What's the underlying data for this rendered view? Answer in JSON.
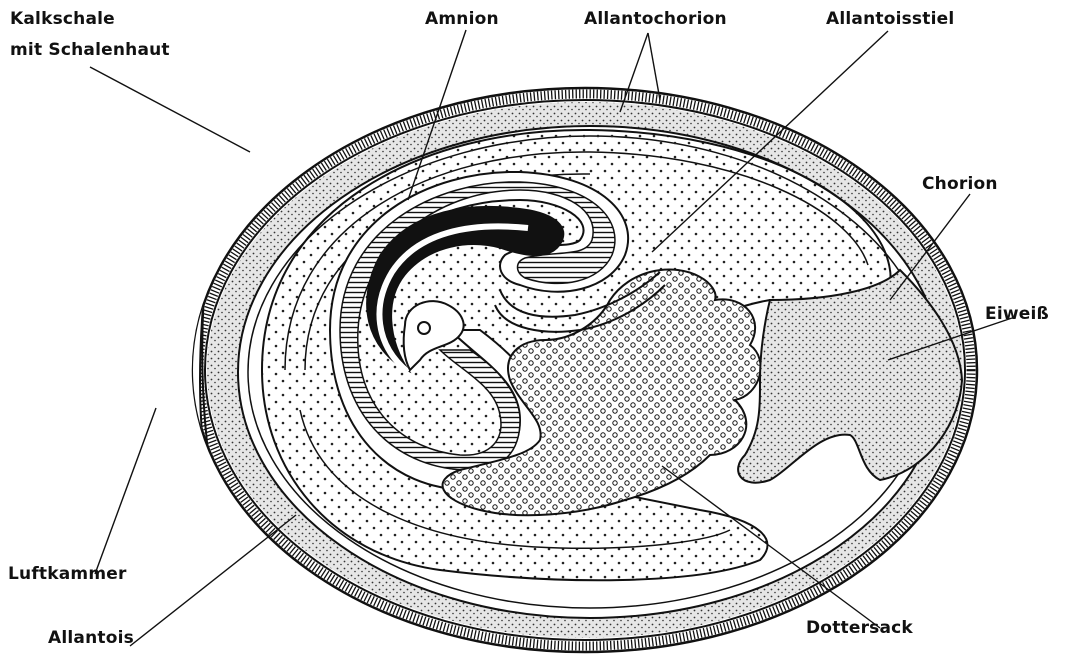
{
  "labels": {
    "kalkschale_line1": "Kalkschale",
    "kalkschale_line2": "mit Schalenhaut",
    "amnion": "Amnion",
    "allantochorion": "Allantochorion",
    "allantoisstiel": "Allantoisstiel",
    "chorion": "Chorion",
    "eiweiss": "Eiweiß",
    "luftkammer": "Luftkammer",
    "allantois": "Allantois",
    "dottersack": "Dottersack"
  },
  "colors": {
    "ink": "#111111",
    "paper": "#ffffff"
  }
}
